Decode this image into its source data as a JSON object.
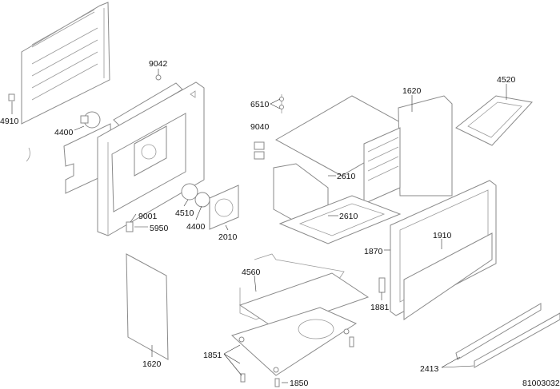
{
  "diagram_id": "81003032",
  "labels": {
    "l4910": "4910",
    "l9042": "9042",
    "l4400a": "4400",
    "l6510": "6510",
    "l1620a": "1620",
    "l4520": "4520",
    "l9040": "9040",
    "l2610a": "2610",
    "l2610b": "2610",
    "l4510": "4510",
    "l4400b": "4400",
    "l2010": "2010",
    "l9001": "9001",
    "l5950": "5950",
    "l1910": "1910",
    "l1870": "1870",
    "l4560": "4560",
    "l1881": "1881",
    "l1620b": "1620",
    "l1851": "1851",
    "l1850": "1850",
    "l2413": "2413"
  }
}
